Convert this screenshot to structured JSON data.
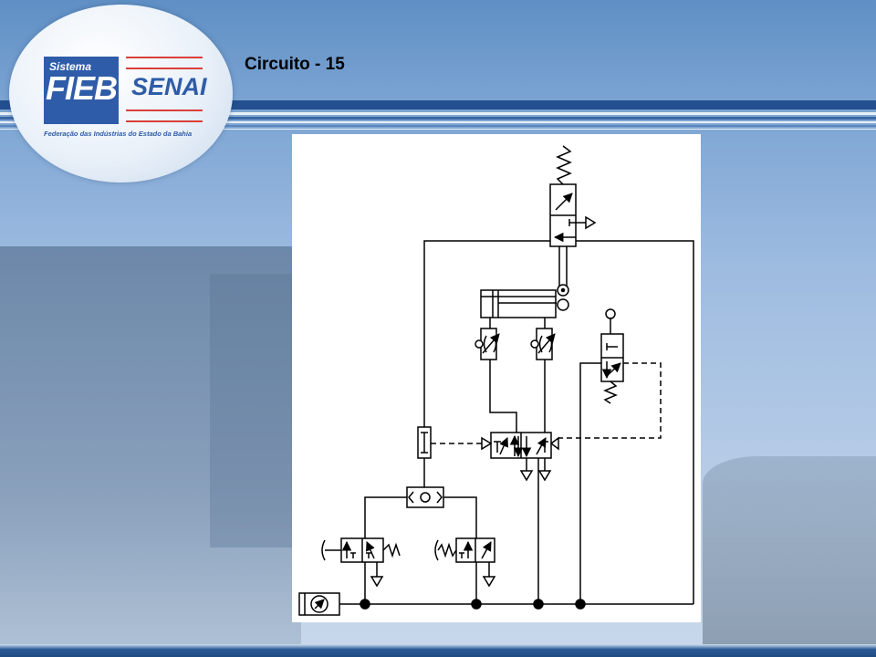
{
  "slide": {
    "title": "Circuito - 15"
  },
  "logo": {
    "sistema": "Sistema",
    "fieb": "FIEB",
    "senai": "SENAI",
    "caption": "Federação das Indústrias do Estado da Bahia"
  },
  "colors": {
    "brand_blue": "#2f5ca8",
    "brand_red": "#d9403a",
    "stripe_dark": "#1f4f8f",
    "diagram_line": "#000000"
  }
}
